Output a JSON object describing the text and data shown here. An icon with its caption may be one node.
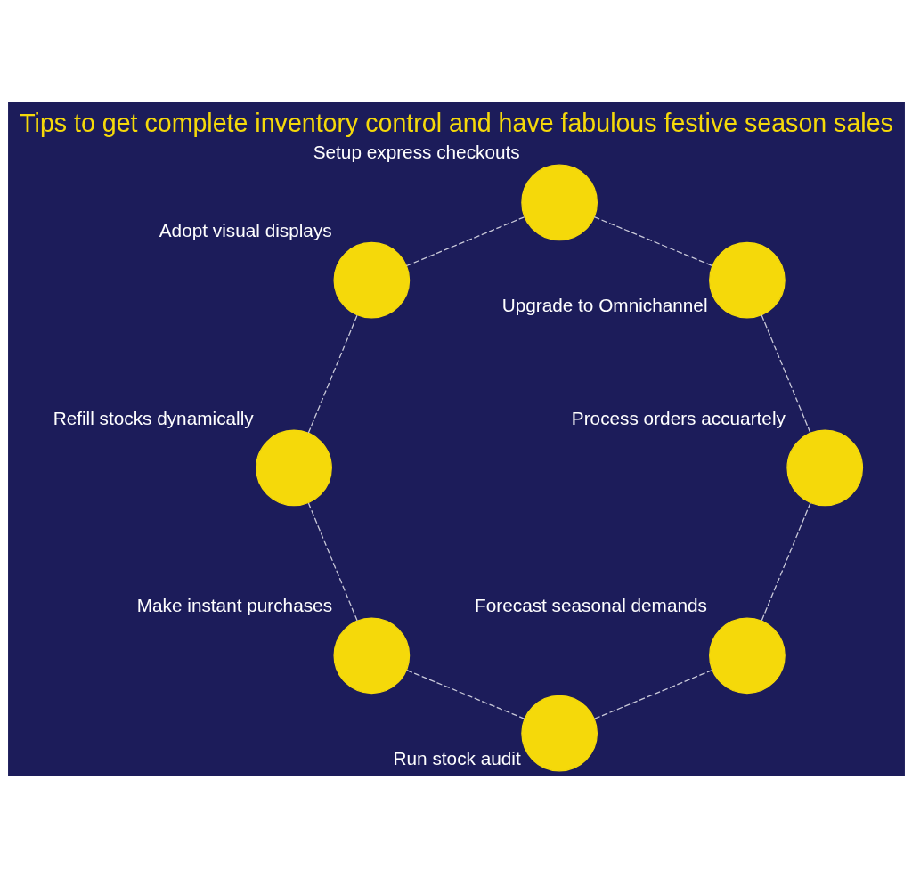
{
  "diagram": {
    "title": "Tips to get complete inventory control and have fabulous festive season sales",
    "nodes": [
      {
        "text": [],
        "shape": "circle",
        "beside": [
          "Forecast seasonal demands"
        ]
      },
      {
        "text": [],
        "shape": "circle",
        "beside": [
          "Run stock audit"
        ]
      },
      {
        "text": [],
        "shape": "circle",
        "beside": [
          "Make instant purchases"
        ]
      },
      {
        "text": [],
        "shape": "circle",
        "beside": [
          "Refill stocks dynamically"
        ]
      },
      {
        "text": [],
        "shape": "circle",
        "beside": [
          "Adopt visual displays"
        ]
      },
      {
        "text": [],
        "shape": "circle",
        "beside": [
          "Setup express checkouts"
        ]
      },
      {
        "text": [],
        "shape": "circle",
        "beside": [
          "Upgrade to Omnichannel"
        ]
      },
      {
        "text": [],
        "shape": "circle",
        "beside": [
          "Process orders accuartely"
        ]
      }
    ],
    "edges": [
      {
        "from": 0,
        "to": 1,
        "arrow": "none",
        "style": "dashed"
      },
      {
        "from": 1,
        "to": 2,
        "arrow": "none",
        "style": "dashed"
      },
      {
        "from": 2,
        "to": 3,
        "arrow": "none",
        "style": "dashed"
      },
      {
        "from": 3,
        "to": 4,
        "arrow": "none",
        "style": "dashed"
      },
      {
        "from": 4,
        "to": 5,
        "arrow": "none",
        "style": "dashed"
      },
      {
        "from": 5,
        "to": 6,
        "arrow": "none",
        "style": "dashed"
      },
      {
        "from": 6,
        "to": 7,
        "arrow": "none",
        "style": "dashed"
      },
      {
        "from": 7,
        "to": 0,
        "arrow": "none",
        "style": "dashed"
      }
    ]
  }
}
